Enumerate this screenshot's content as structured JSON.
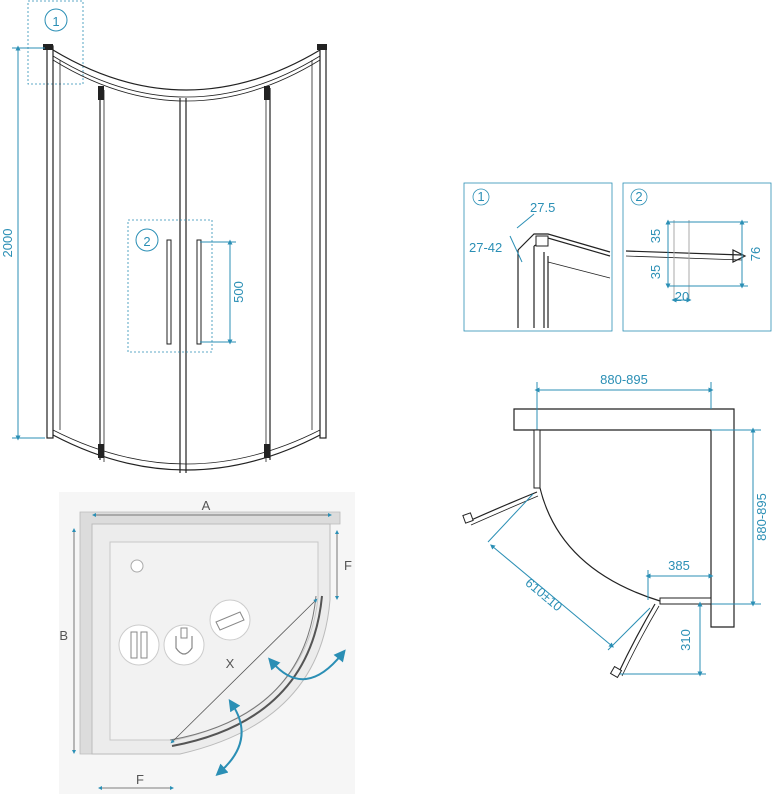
{
  "elevation": {
    "callout_1": "1",
    "callout_2": "2",
    "height_dim": "2000",
    "handle_dim": "500"
  },
  "detail_1": {
    "number": "1",
    "dim_top": "27.5",
    "dim_left": "27-42"
  },
  "detail_2": {
    "number": "2",
    "dim_upper": "35",
    "dim_lower": "35",
    "dim_right": "76",
    "dim_bottom": "20"
  },
  "plan": {
    "width": "880-895",
    "depth": "880-895",
    "door_opening": "610±10",
    "fixed_width": "385",
    "fixed_depth": "310"
  },
  "tray": {
    "label_a": "A",
    "label_b": "B",
    "label_f_right": "F",
    "label_f_bottom": "F",
    "label_x": "X"
  },
  "colors": {
    "dimension": "#2b8fb5",
    "frame": "#222222",
    "tray_fill": "#e9e9e9",
    "arrow": "#2b8fb5"
  }
}
